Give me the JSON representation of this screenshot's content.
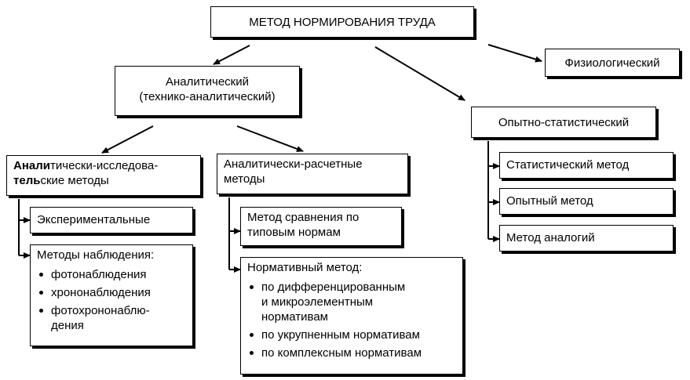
{
  "root": "МЕТОД НОРМИРОВАНИЯ ТРУДА",
  "physiological": "Физиологический",
  "analytical": {
    "line1": "Аналитический",
    "line2": "(технико-аналитический)"
  },
  "experimental_statistical": {
    "title": "Опытно-статистический",
    "items": [
      "Статистический метод",
      "Опытный метод",
      "Метод аналогий"
    ]
  },
  "research_methods": {
    "title_bold": "Анали",
    "title_rest": "тически-исследова-",
    "title_line2_bold": "тель",
    "title_line2_rest": "ские методы",
    "experimental": "Экспериментальные",
    "observation": {
      "title": "Методы наблюдения:",
      "items": [
        "фотонаблюдения",
        "хрононаблюдения",
        "фотохрононаблю-\nдения"
      ]
    }
  },
  "calc_methods": {
    "title": "Аналитически-расчетные\nметоды",
    "comparison": "Метод сравнения по\nтиповым нормам",
    "normative": {
      "title": "Нормативный метод:",
      "items": [
        "по дифференцированным\nи микроэлементным\nнормативам",
        "по укрупненным нормативам",
        "по комплексным нормативам"
      ]
    }
  }
}
